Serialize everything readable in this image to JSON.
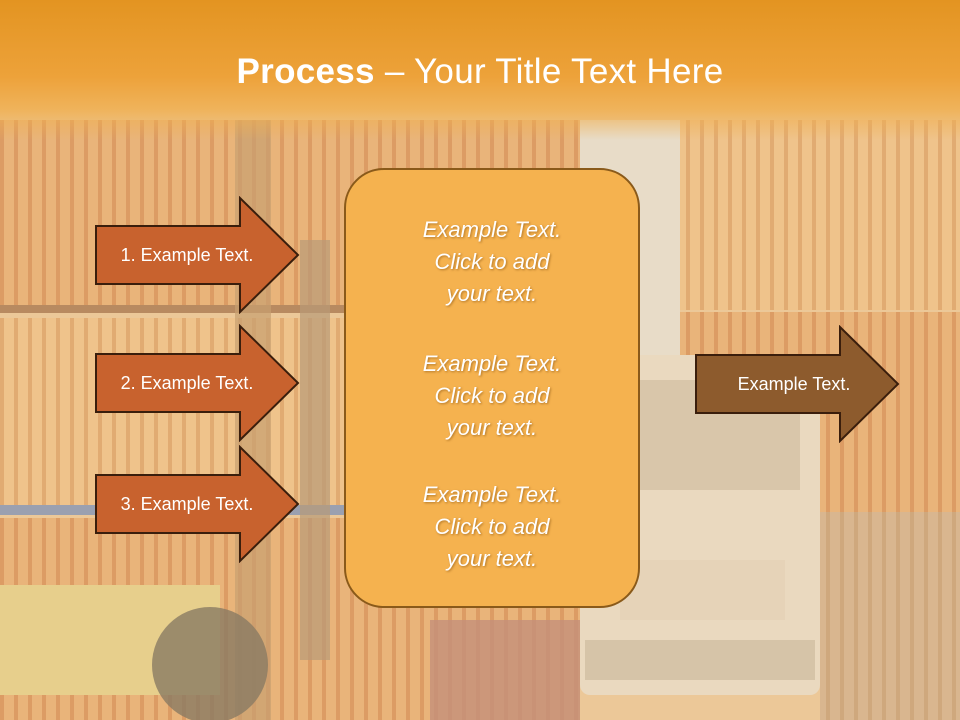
{
  "slide": {
    "title_bold": "Process",
    "title_rest": " – Your Title Text Here"
  },
  "left_arrows": [
    {
      "label": "1. Example Text."
    },
    {
      "label": "2. Example Text."
    },
    {
      "label": "3. Example Text."
    }
  ],
  "center_box": {
    "blocks": [
      {
        "line1": "Example Text.",
        "line2": "Click  to add",
        "line3": "your text."
      },
      {
        "line1": "Example Text.",
        "line2": "Click  to add",
        "line3": "your text."
      },
      {
        "line1": "Example Text.",
        "line2": "Click  to add",
        "line3": "your text."
      }
    ]
  },
  "right_arrow": {
    "label": "Example Text."
  },
  "colors": {
    "header": "#e39421",
    "left_arrow_fill": "#c8622e",
    "right_arrow_fill": "#8d5b2d",
    "center_box_fill": "#f5b24f"
  }
}
